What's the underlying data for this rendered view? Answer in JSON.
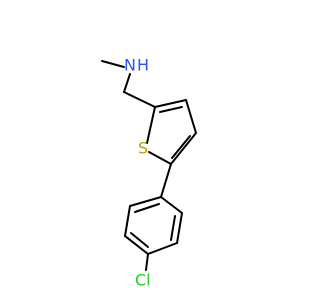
{
  "molecule": {
    "labels": {
      "nitrogen": "N",
      "hydrogen": "H",
      "sulfur": "S",
      "chlorine": "Cl"
    },
    "colors": {
      "nitrogen": "#3050F8",
      "sulfur": "#B9A000",
      "chlorine": "#1FD01F",
      "bond": "#000000"
    }
  }
}
